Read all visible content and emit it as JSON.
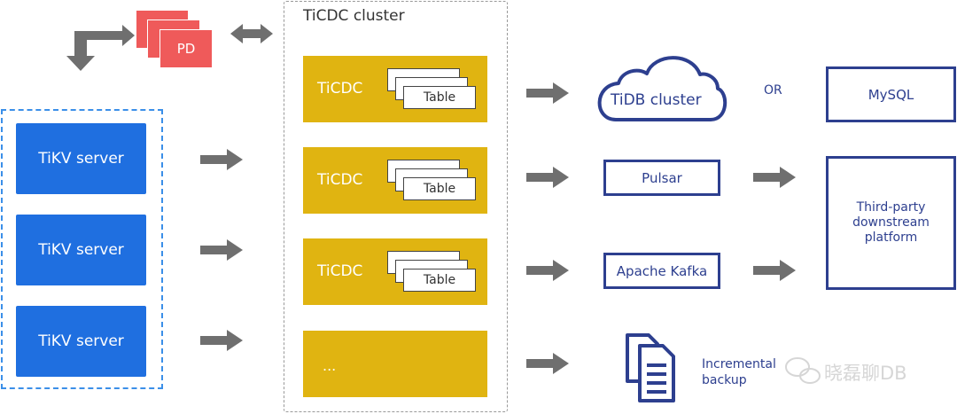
{
  "pd": {
    "label": "PD"
  },
  "tikv": {
    "servers": [
      {
        "label": "TiKV server"
      },
      {
        "label": "TiKV server"
      },
      {
        "label": "TiKV server"
      }
    ]
  },
  "ticdc_cluster": {
    "title": "TiCDC cluster",
    "nodes": [
      {
        "label": "TiCDC",
        "table_label": "Table"
      },
      {
        "label": "TiCDC",
        "table_label": "Table"
      },
      {
        "label": "TiCDC",
        "table_label": "Table"
      },
      {
        "label": "..."
      }
    ]
  },
  "downstream": {
    "tidb_cluster": "TiDB cluster",
    "or_label": "OR",
    "mysql": "MySQL",
    "pulsar": "Pulsar",
    "kafka": "Apache Kafka",
    "third_party": "Third-party downstream platform",
    "incremental_backup": "Incremental backup"
  },
  "watermark": "晓磊聊DB",
  "colors": {
    "pd": "#ef5a5a",
    "tikv": "#1f6fe0",
    "ticdc": "#e0b411",
    "downstream": "#2d3f8f",
    "arrow": "#6f6f6f"
  }
}
